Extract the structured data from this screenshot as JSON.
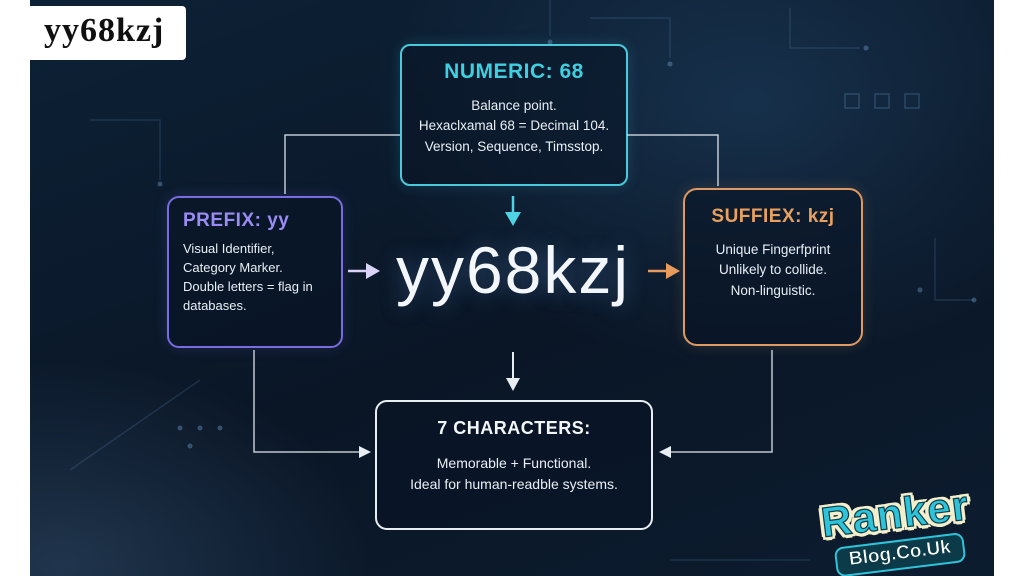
{
  "page": {
    "watermark": "yy68kzj",
    "center_code": "yy68kzj"
  },
  "boxes": {
    "numeric": {
      "title": "NUMERIC: 68",
      "lines": [
        "Balance point.",
        "Hexaclxamal 68 = Decimal 104.",
        "Version, Sequence, Timsstop."
      ]
    },
    "prefix": {
      "title": "PREFIX: yy",
      "lines": [
        "Visual Identifier,",
        "Category Marker.",
        "Double letters = flag in",
        "databases."
      ]
    },
    "suffix": {
      "title": "SUFFIEX: kzj",
      "lines": [
        "Unique Fingerfprint",
        "Unlikely to collide.",
        "Non-linguistic."
      ]
    },
    "characters": {
      "title": "7 CHARACTERS:",
      "lines": [
        "Memorable + Functional.",
        "Ideal for human-readble systems."
      ]
    }
  },
  "logo": {
    "line1": "Ranker",
    "line2": "Blog.Co.Uk"
  },
  "colors": {
    "background": "#0b1a2d",
    "cyan_accent": "#3ecfe0",
    "purple_accent": "#9b8cf5",
    "orange_accent": "#e8a05e",
    "white_accent": "#e8edf2"
  }
}
